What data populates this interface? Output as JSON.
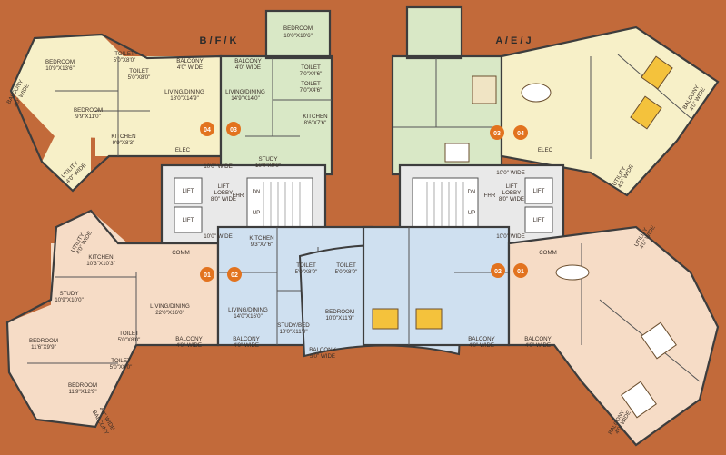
{
  "colors": {
    "background": "#c26a3a",
    "flat_yellow": "#f7f0c8",
    "flat_green": "#d9e8c6",
    "flat_blue": "#cfe0f0",
    "flat_peach": "#f6dcc6",
    "core_grey": "#e9e9e9",
    "badge_orange": "#e2731f"
  },
  "wings": {
    "left": "B / F / K",
    "right": "A / E / J"
  },
  "labels": {
    "bed_top_name": "BEDROOM",
    "bed_top_size": "10'0\"X10'6\"",
    "bal_a_name": "BALCONY",
    "bal_a_size": "4'0\" WIDE",
    "bal_b_name": "BALCONY",
    "bal_b_size": "4'0\" WIDE",
    "tl1_name": "TOILET",
    "tl1_size": "5'0\"X8'0\"",
    "tl2_name": "TOILET",
    "tl2_size": "5'0\"X8'0\"",
    "tl3_name": "TOILET",
    "tl3_size": "7'0\"X4'6\"",
    "tl4_name": "TOILET",
    "tl4_size": "7'0\"X4'6\"",
    "bed_nw1_name": "BEDROOM",
    "bed_nw1_size": "10'9\"X13'6\"",
    "bed_nw2_name": "BEDROOM",
    "bed_nw2_size": "9'9\"X11'0\"",
    "bal_nw_name": "BALCONY",
    "bal_nw_size": "4'0\" WIDE",
    "ld04_name": "LIVING/DINING",
    "ld04_size": "18'0\"X14'9\"",
    "ld03_name": "LIVING/DINING",
    "ld03_size": "14'9\"X14'0\"",
    "kit04_name": "KITCHEN",
    "kit04_size": "9'9\"X8'3\"",
    "kit03_name": "KITCHEN",
    "kit03_size": "8'6\"X7'6\"",
    "util_nw_name": "UTILITY",
    "util_nw_size": "4'0\" WIDE",
    "study03_name": "STUDY",
    "study03_size": "10'0\"X9'0\"",
    "elec_l": "ELEC",
    "w_top_l1": "10'0\" WIDE",
    "lift_l1": "LIFT",
    "lift_l2": "LIFT",
    "lobby_l_name": "LIFT",
    "lobby_l_mid": "LOBBY",
    "lobby_l_size": "8'0\" WIDE",
    "fhr_l": "FHR",
    "dn_l": "DN",
    "up_l": "UP",
    "w_bot_l1": "10'0\" WIDE",
    "comm_l": "COMM",
    "kit02_name": "KITCHEN",
    "kit02_size": "9'3\"X7'6\"",
    "util_sw_name": "UTILITY",
    "util_sw_size": "4'0\" WIDE",
    "kit01_name": "KITCHEN",
    "kit01_size": "10'3\"X10'3\"",
    "study01_name": "STUDY",
    "study01_size": "10'9\"X10'0\"",
    "ld01_name": "LIVING/DINING",
    "ld01_size": "22'0\"X16'0\"",
    "bed_sw1_name": "BEDROOM",
    "bed_sw1_size": "11'6\"X9'9\"",
    "bed_sw2_name": "BEDROOM",
    "bed_sw2_size": "11'9\"X12'9\"",
    "tl_sw1_name": "TOILET",
    "tl_sw1_size": "5'0\"X8'0\"",
    "tl_sw2_name": "TOILET",
    "tl_sw2_size": "5'0\"X8'0\"",
    "bal_sw_name": "BALCONY",
    "bal_sw_size": "4'0\" WIDE",
    "bal_b1_name": "BALCONY",
    "bal_b1_size": "4'0\" WIDE",
    "bal_b2_name": "BALCONY",
    "bal_b2_size": "4'0\" WIDE",
    "ld02_name": "LIVING/DINING",
    "ld02_size": "14'0\"X16'0\"",
    "tl_c1_name": "TOILET",
    "tl_c1_size": "5'0\"X8'0\"",
    "tl_c2_name": "TOILET",
    "tl_c2_size": "5'0\"X8'0\"",
    "sb_name": "STUDY/BED",
    "sb_size": "10'0\"X11'0\"",
    "bed_c_name": "BEDROOM",
    "bed_c_size": "10'0\"X11'9\"",
    "bal_c_name": "BALCONY",
    "bal_c_size": "5'0\" WIDE",
    "elec_r": "ELEC",
    "w_top_r": "10'0\" WIDE",
    "lift_r1": "LIFT",
    "lift_r2": "LIFT",
    "lobby_r_name": "LIFT",
    "lobby_r_mid": "LOBBY",
    "lobby_r_size": "8'0\" WIDE",
    "fhr_r": "FHR",
    "dn_r": "DN",
    "up_r": "UP",
    "w_bot_r": "10'0\" WIDE",
    "comm_r": "COMM",
    "bal_ne_name": "BALCONY",
    "bal_ne_size": "4'0\" WIDE",
    "util_ne_name": "UTILITY",
    "util_ne_size": "4'0\" WIDE",
    "util_se_name": "UTILITY",
    "util_se_size": "4'0\" WIDE",
    "bal_se_name": "BALCONY",
    "bal_se_size": "4'0\" WIDE",
    "bal_r1_name": "BALCONY",
    "bal_r1_size": "4'0\" WIDE",
    "bal_r2_name": "BALCONY",
    "bal_r2_size": "4'0\" WIDE"
  },
  "badges": {
    "b01l": "01",
    "b02l": "02",
    "b03l": "03",
    "b04l": "04",
    "b01r": "01",
    "b02r": "02",
    "b03r": "03",
    "b04r": "04"
  }
}
